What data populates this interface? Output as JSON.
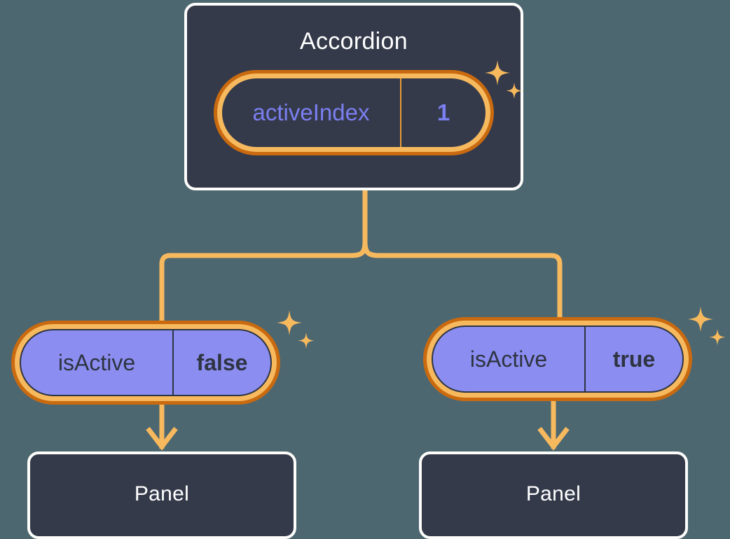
{
  "theme": {
    "background": "#4d6770",
    "node_fill": "#343a4a",
    "node_border": "#fdfdfb",
    "node_text": "#ffffff",
    "ring_outer": "#c96a10",
    "ring_inner": "#f7b95e",
    "wire": "#f7b95e",
    "pill_state_fill": "#8b8ef0",
    "pill_state_text": "#2e3442",
    "pill_prop_text": "#7b7ff0",
    "sparkle": "#f7b95e"
  },
  "root": {
    "title": "Accordion",
    "state": {
      "key": "activeIndex",
      "value": "1"
    }
  },
  "branches": [
    {
      "prop": {
        "key": "isActive",
        "value": "false"
      },
      "child": {
        "title": "Panel"
      }
    },
    {
      "prop": {
        "key": "isActive",
        "value": "true"
      },
      "child": {
        "title": "Panel"
      }
    }
  ],
  "icons": {
    "sparkle_large": "sparkle-4-point-large",
    "sparkle_small": "sparkle-4-point-small",
    "arrow": "arrow-down"
  }
}
